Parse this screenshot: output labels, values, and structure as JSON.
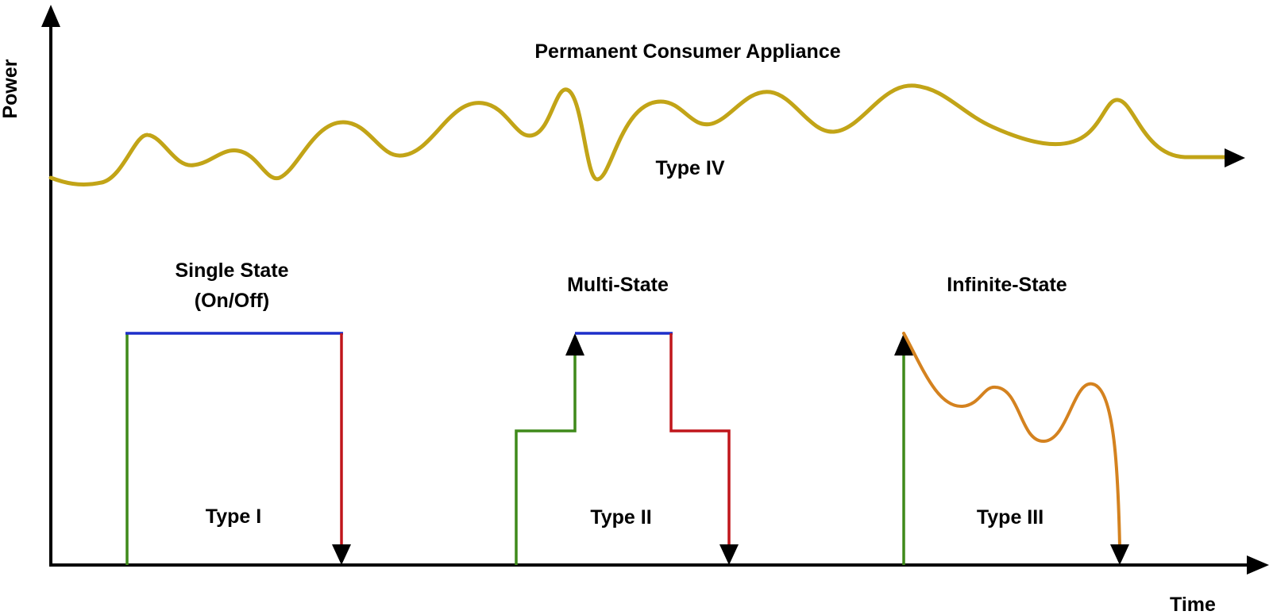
{
  "axes": {
    "x_label": "Time",
    "y_label": "Power"
  },
  "labels": {
    "permanent_title": "Permanent Consumer Appliance",
    "type_iv": "Type IV",
    "single_state_line1": "Single State",
    "single_state_line2": "(On/Off)",
    "multi_state": "Multi-State",
    "infinite_state": "Infinite-State",
    "type_i": "Type I",
    "type_ii": "Type II",
    "type_iii": "Type III"
  },
  "colors": {
    "axis": "#000000",
    "switch_on": "#3f8a1a",
    "steady_on": "#1d2fc9",
    "switch_off": "#c0161b",
    "permanent_curve": "#c2a417",
    "infinite_curve": "#d4821f"
  }
}
